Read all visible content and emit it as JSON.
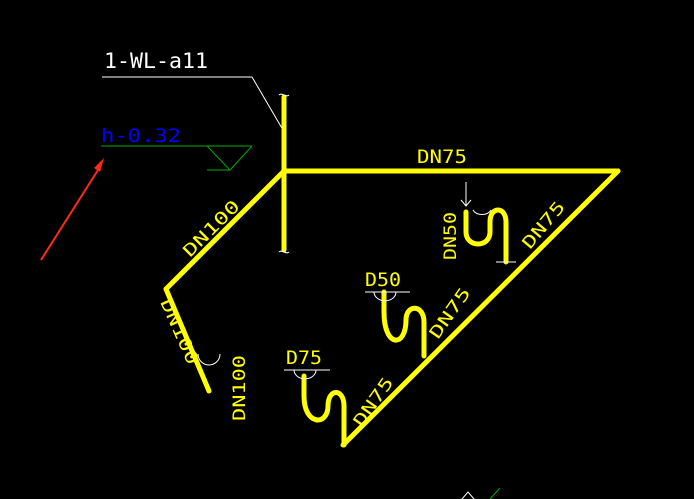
{
  "drawing": {
    "background": "#000000",
    "colors": {
      "pipe": "#ffff00",
      "leader": "#ffffff",
      "elevation": "#0000ff",
      "elevation_symbol": "#00aa00",
      "arrow": "#ff2a1a"
    },
    "labels": {
      "pipe_id": "1-WL-a11",
      "elevation": "h-0.32",
      "dn75_top": "DN75",
      "dn100_diag": "DN100",
      "dn100_left": "DN100",
      "dn100_vertical": "DN100",
      "dn50_vertical": "DN50",
      "dn75_right": "DN75",
      "d50": "D50",
      "dn75_mid": "DN75",
      "d75": "D75",
      "dn75_low": "DN75"
    },
    "icons": {
      "arrow": "red-pointer-arrow",
      "elevation_mark": "elevation-triangle-icon",
      "cleanout": "cleanout-arrow-icon",
      "traps": "p-trap-icon"
    }
  }
}
